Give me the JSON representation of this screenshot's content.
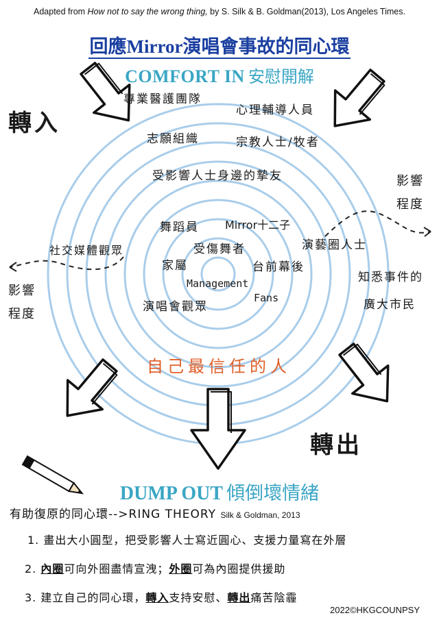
{
  "citation": {
    "prefix": "Adapted from ",
    "book": "How not to say the wrong thing,",
    "suffix": " by S. Silk & B. Goldman(2013), Los Angeles Times."
  },
  "title": "回應Mirror演唱會事故的同心環",
  "comfort": {
    "en": "COMFORT IN",
    "zh": "安慰開解"
  },
  "arrow_in_label": "轉入",
  "arrow_out_label": "轉出",
  "influence_label_right": "影響程度",
  "influence_label_left": "影響程度",
  "rings": [
    {
      "text": "專業醫護團隊"
    },
    {
      "text": "心理輔導人員"
    },
    {
      "text": "志願組織"
    },
    {
      "text": "宗教人士/牧者"
    },
    {
      "text": "受影響人士身邊的摯友"
    },
    {
      "text": "舞蹈員"
    },
    {
      "text": "Mirror十二子"
    },
    {
      "text": "受傷舞者"
    },
    {
      "text": "家屬"
    },
    {
      "text": "台前幕後"
    },
    {
      "text": "演藝圈人士"
    },
    {
      "text": "社交媒體觀眾"
    },
    {
      "text": "Management"
    },
    {
      "text": "Fans"
    },
    {
      "text": "演唱會觀眾"
    },
    {
      "text": "知悉事件的"
    },
    {
      "text": "廣大市民"
    }
  ],
  "trusted": "自己最信任的人",
  "dump": {
    "en": "DUMP OUT",
    "zh": "傾倒壞情緒"
  },
  "ring_theory": {
    "intro": "有助復原的同心環-->RING THEORY",
    "source": "Silk & Goldman, 2013"
  },
  "steps": {
    "s1": "1. 畫出大小圓型，把受影響人士寫近圓心、支援力量寫在外層",
    "s2_a": "2. ",
    "s2_b": "內圈",
    "s2_c": "可向外圈盡情宣洩；",
    "s2_d": "外圈",
    "s2_e": "可為內圈提供援助",
    "s3_a": "3. 建立自己的同心環，",
    "s3_b": "轉入",
    "s3_c": "支持安慰、",
    "s3_d": "轉出",
    "s3_e": "痛苦陰霾"
  },
  "copyright": "2022©HKGCOUNPSY",
  "colors": {
    "ring": "#a9cdea",
    "title": "#1a3fa0",
    "accent": "#3aa6c4",
    "trusted": "#e0602a"
  }
}
